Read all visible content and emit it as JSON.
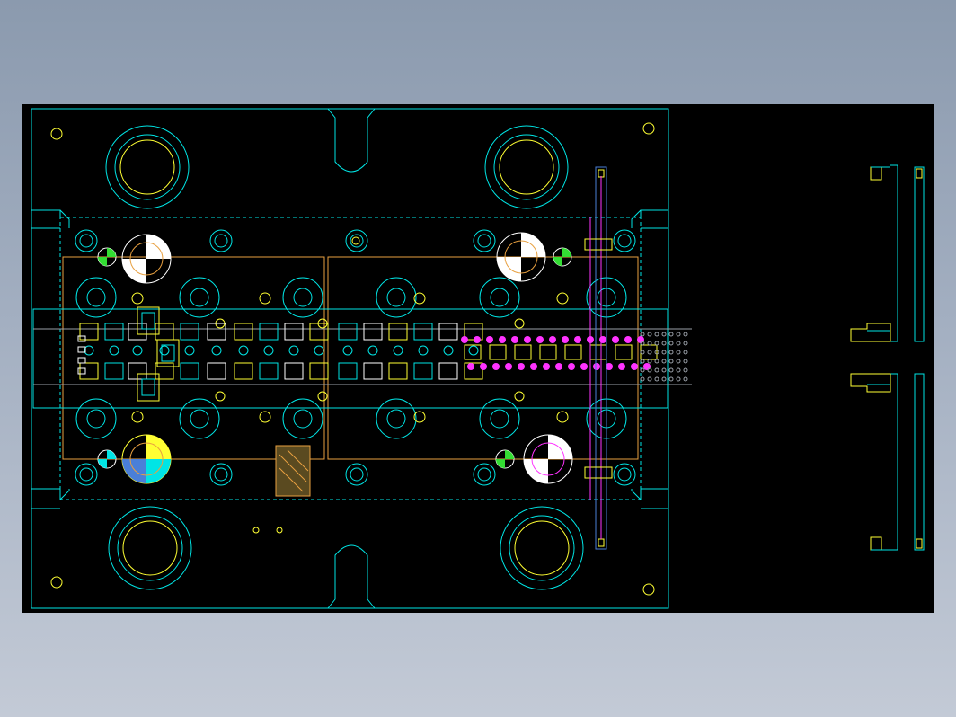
{
  "viewport": {
    "background": "#000000"
  },
  "palette": {
    "cyan": "#00e5e5",
    "yellow": "#ffff33",
    "orange": "#e8a040",
    "magenta": "#ff33ff",
    "white": "#ffffff",
    "blue": "#4a7fd8",
    "green": "#33dd33",
    "gray": "#9aa0a8",
    "red": "#ff4040",
    "bg_top": "#8b9aae",
    "bg_bottom": "#c3cad6"
  },
  "drawing": {
    "views": [
      "plan-view",
      "side-elevation-view"
    ],
    "components": [
      "die-plate",
      "guide-bushing",
      "guide-post",
      "strip-station",
      "punch",
      "nameplate",
      "side-rail",
      "hinge-bracket"
    ]
  }
}
